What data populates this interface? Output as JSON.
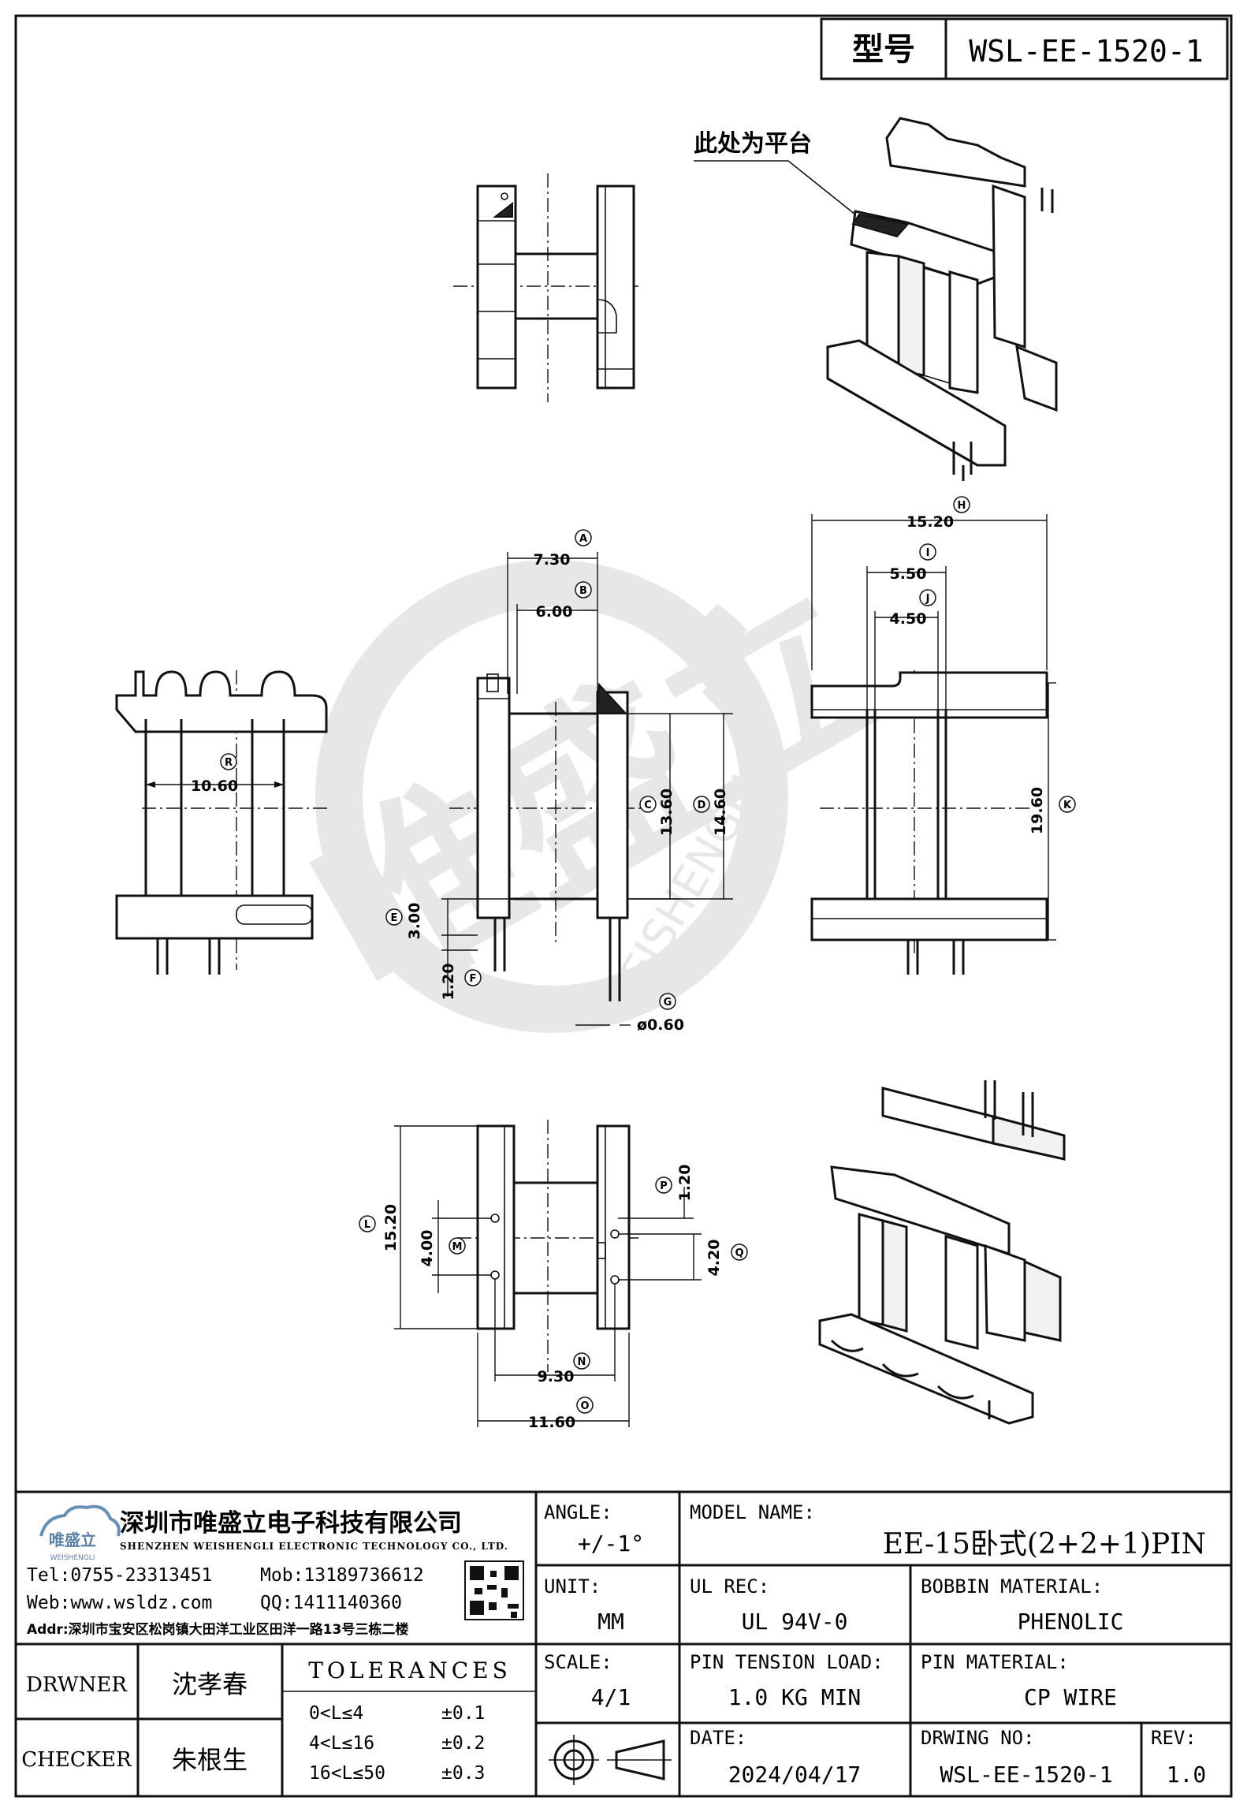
{
  "header": {
    "model_label": "型号",
    "model_value": "WSL-EE-1520-1"
  },
  "annotation": {
    "platform_note": "此处为平台"
  },
  "watermark": {
    "brand_cn": "唯盛立",
    "brand_en": "WEISHENGLI"
  },
  "dimensions": [
    {
      "id": "A",
      "value": "7.30"
    },
    {
      "id": "B",
      "value": "6.00"
    },
    {
      "id": "C",
      "value": "13.60"
    },
    {
      "id": "D",
      "value": "14.60"
    },
    {
      "id": "E",
      "value": "3.00"
    },
    {
      "id": "F",
      "value": "1.20"
    },
    {
      "id": "G",
      "value": "ø0.60"
    },
    {
      "id": "H",
      "value": "15.20"
    },
    {
      "id": "I",
      "value": "5.50"
    },
    {
      "id": "J",
      "value": "4.50"
    },
    {
      "id": "K",
      "value": "19.60"
    },
    {
      "id": "L",
      "value": "15.20"
    },
    {
      "id": "M",
      "value": "4.00"
    },
    {
      "id": "N",
      "value": "9.30"
    },
    {
      "id": "O",
      "value": "11.60"
    },
    {
      "id": "P",
      "value": "1.20"
    },
    {
      "id": "Q",
      "value": "4.20"
    },
    {
      "id": "R",
      "value": "10.60"
    }
  ],
  "company": {
    "name_cn": "深圳市唯盛立电子科技有限公司",
    "name_en": "SHENZHEN WEISHENGLI ELECTRONIC TECHNOLOGY CO., LTD.",
    "logo_text": "唯盛立",
    "logo_sub": "WEISHENGLI",
    "tel": "Tel:0755-23313451",
    "mob": "Mob:13189736612",
    "web": "Web:www.wsldz.com",
    "qq": "QQ:1411140360",
    "addr": "Addr:深圳市宝安区松岗镇大田洋工业区田洋一路13号三栋二楼"
  },
  "title_block": {
    "angle_label": "ANGLE:",
    "angle_value": "+/-1°",
    "model_name_label": "MODEL NAME:",
    "model_name_value": "EE-15卧式(2+2+1)PIN",
    "unit_label": "UNIT:",
    "unit_value": "MM",
    "ul_label": "UL REC:",
    "ul_value": "UL 94V-0",
    "bobbin_label": "BOBBIN MATERIAL:",
    "bobbin_value": "PHENOLIC",
    "scale_label": "SCALE:",
    "scale_value": "4/1",
    "pin_tension_label": "PIN TENSION LOAD:",
    "pin_tension_value": "1.0 KG MIN",
    "pin_material_label": "PIN MATERIAL:",
    "pin_material_value": "CP WIRE",
    "date_label": "DATE:",
    "date_value": "2024/04/17",
    "drawing_no_label": "DRWING NO:",
    "drawing_no_value": "WSL-EE-1520-1",
    "rev_label": "REV:",
    "rev_value": "1.0",
    "drawer_label": "DRWNER",
    "drawer_value": "沈孝春",
    "checker_label": "CHECKER",
    "checker_value": "朱根生",
    "tolerances_label": "TOLERANCES",
    "tolerances": [
      {
        "range": "0<L≤4",
        "value": "±0.1"
      },
      {
        "range": "4<L≤16",
        "value": "±0.2"
      },
      {
        "range": "16<L≤50",
        "value": "±0.3"
      }
    ]
  }
}
